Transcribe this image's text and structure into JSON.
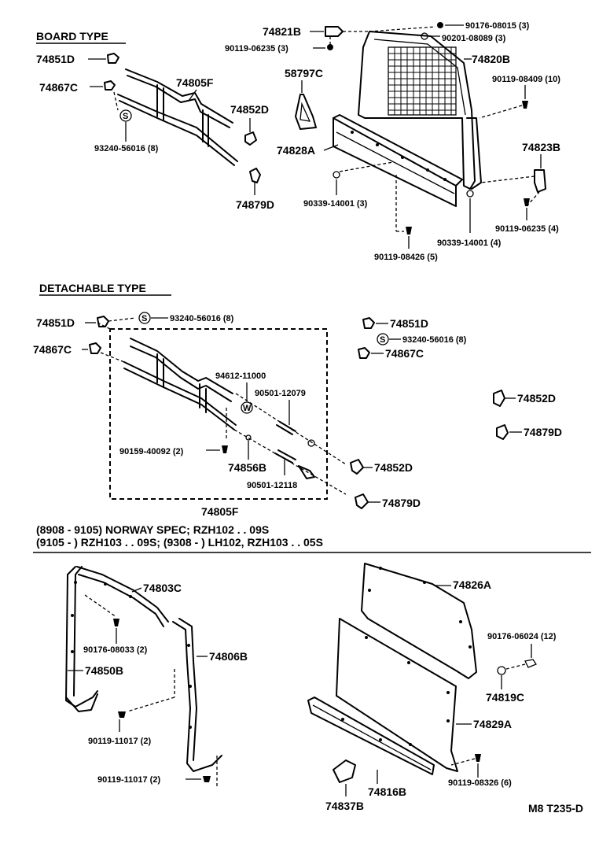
{
  "sections": {
    "board_type": "BOARD TYPE",
    "detachable_type": "DETACHABLE TYPE",
    "spec_line1": "(8908 - 9105) NORWAY SPEC; RZH102 . . 09S",
    "spec_line2": "(9105 -         ) RZH103 . . 09S; (9308 -         ) LH102, RZH103 . . 05S"
  },
  "board": {
    "p74851D": "74851D",
    "p74867C": "74867C",
    "p74805F": "74805F",
    "p93240": "93240-56016 (8)",
    "p74852D": "74852D",
    "p74879D": "74879D",
    "p58797C": "58797C",
    "p74821B": "74821B",
    "p90119_06235_3": "90119-06235 (3)",
    "p90176_08015": "90176-08015 (3)",
    "p90201_08089": "90201-08089 (3)",
    "p74820B": "74820B",
    "p90119_08409": "90119-08409 (10)",
    "p74828A": "74828A",
    "p74823B": "74823B",
    "p90339_14001_3": "90339-14001 (3)",
    "p90119_06235_4": "90119-06235 (4)",
    "p90339_14001_4": "90339-14001 (4)",
    "p90119_08426": "90119-08426 (5)"
  },
  "detachable": {
    "p74851D_l": "74851D",
    "p93240_l": "93240-56016 (8)",
    "p74867C_l": "74867C",
    "p94612": "94612-11000",
    "p90501_12079": "90501-12079",
    "p90159": "90159-40092 (2)",
    "p74856B": "74856B",
    "p90501_12118": "90501-12118",
    "p74852D_c": "74852D",
    "p74879D_c": "74879D",
    "p74805F": "74805F",
    "p74851D_r": "74851D",
    "p93240_r": "93240-56016 (8)",
    "p74867C_r": "74867C",
    "p74852D_r": "74852D",
    "p74879D_r": "74879D"
  },
  "lower": {
    "p74803C": "74803C",
    "p90176_08033": "90176-08033 (2)",
    "p74850B": "74850B",
    "p74806B": "74806B",
    "p90119_11017_a": "90119-11017 (2)",
    "p90119_11017_b": "90119-11017 (2)",
    "p74826A": "74826A",
    "p90176_06024": "90176-06024 (12)",
    "p74819C": "74819C",
    "p74829A": "74829A",
    "p90119_08326": "90119-08326 (6)",
    "p74816B": "74816B",
    "p74837B": "74837B"
  },
  "footer_code": "M8 T235-D",
  "badges": {
    "s": "S",
    "w": "W"
  }
}
